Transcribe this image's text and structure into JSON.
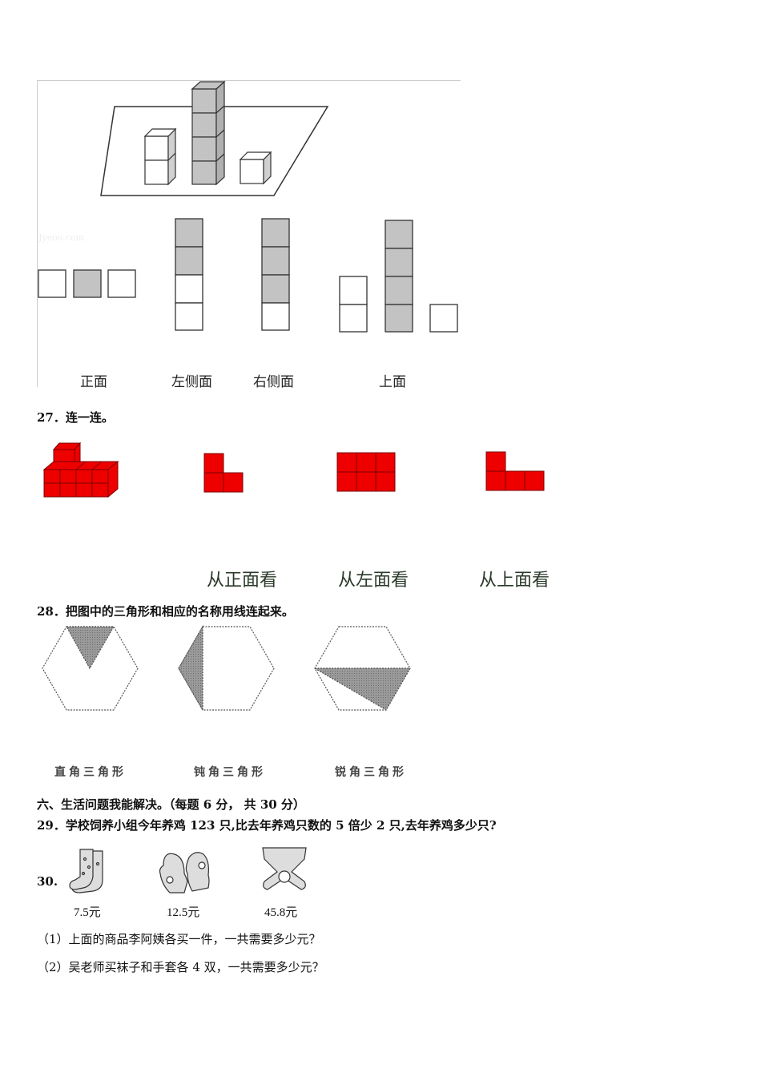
{
  "q26": {
    "view_labels": [
      "正面",
      "左侧面",
      "右侧面",
      "上面"
    ],
    "watermark": "Jyeoo.com",
    "colors": {
      "gray_cube": "#c3c3c3",
      "outline": "#333333"
    }
  },
  "q27": {
    "title": "27．连一连。",
    "view_labels": [
      "从正面看",
      "从左面看",
      "从上面看"
    ],
    "colors": {
      "red": "#ee0000"
    }
  },
  "q28": {
    "title": "28．把图中的三角形和相应的名称用线连起来。",
    "triangle_labels": [
      "直角三角形",
      "钝角三角形",
      "锐角三角形"
    ]
  },
  "section6": {
    "heading": "六、生活问题我能解决。（每题 6 分， 共 30 分）"
  },
  "q29": {
    "text": "29．学校饲养小组今年养鸡 123 只,比去年养鸡只数的 5 倍少 2 只,去年养鸡多少只?"
  },
  "q30": {
    "number": "30.",
    "items": [
      {
        "name": "袜子",
        "icon": "sock-icon",
        "price": "7.5元"
      },
      {
        "name": "手套",
        "icon": "mittens-icon",
        "price": "12.5元"
      },
      {
        "name": "围巾",
        "icon": "scarf-icon",
        "price": "45.8元"
      }
    ],
    "sub1": "（1）上面的商品李阿姨各买一件，一共需要多少元？",
    "sub2": "（2）吴老师买袜子和手套各 4 双，一共需要多少元？"
  }
}
